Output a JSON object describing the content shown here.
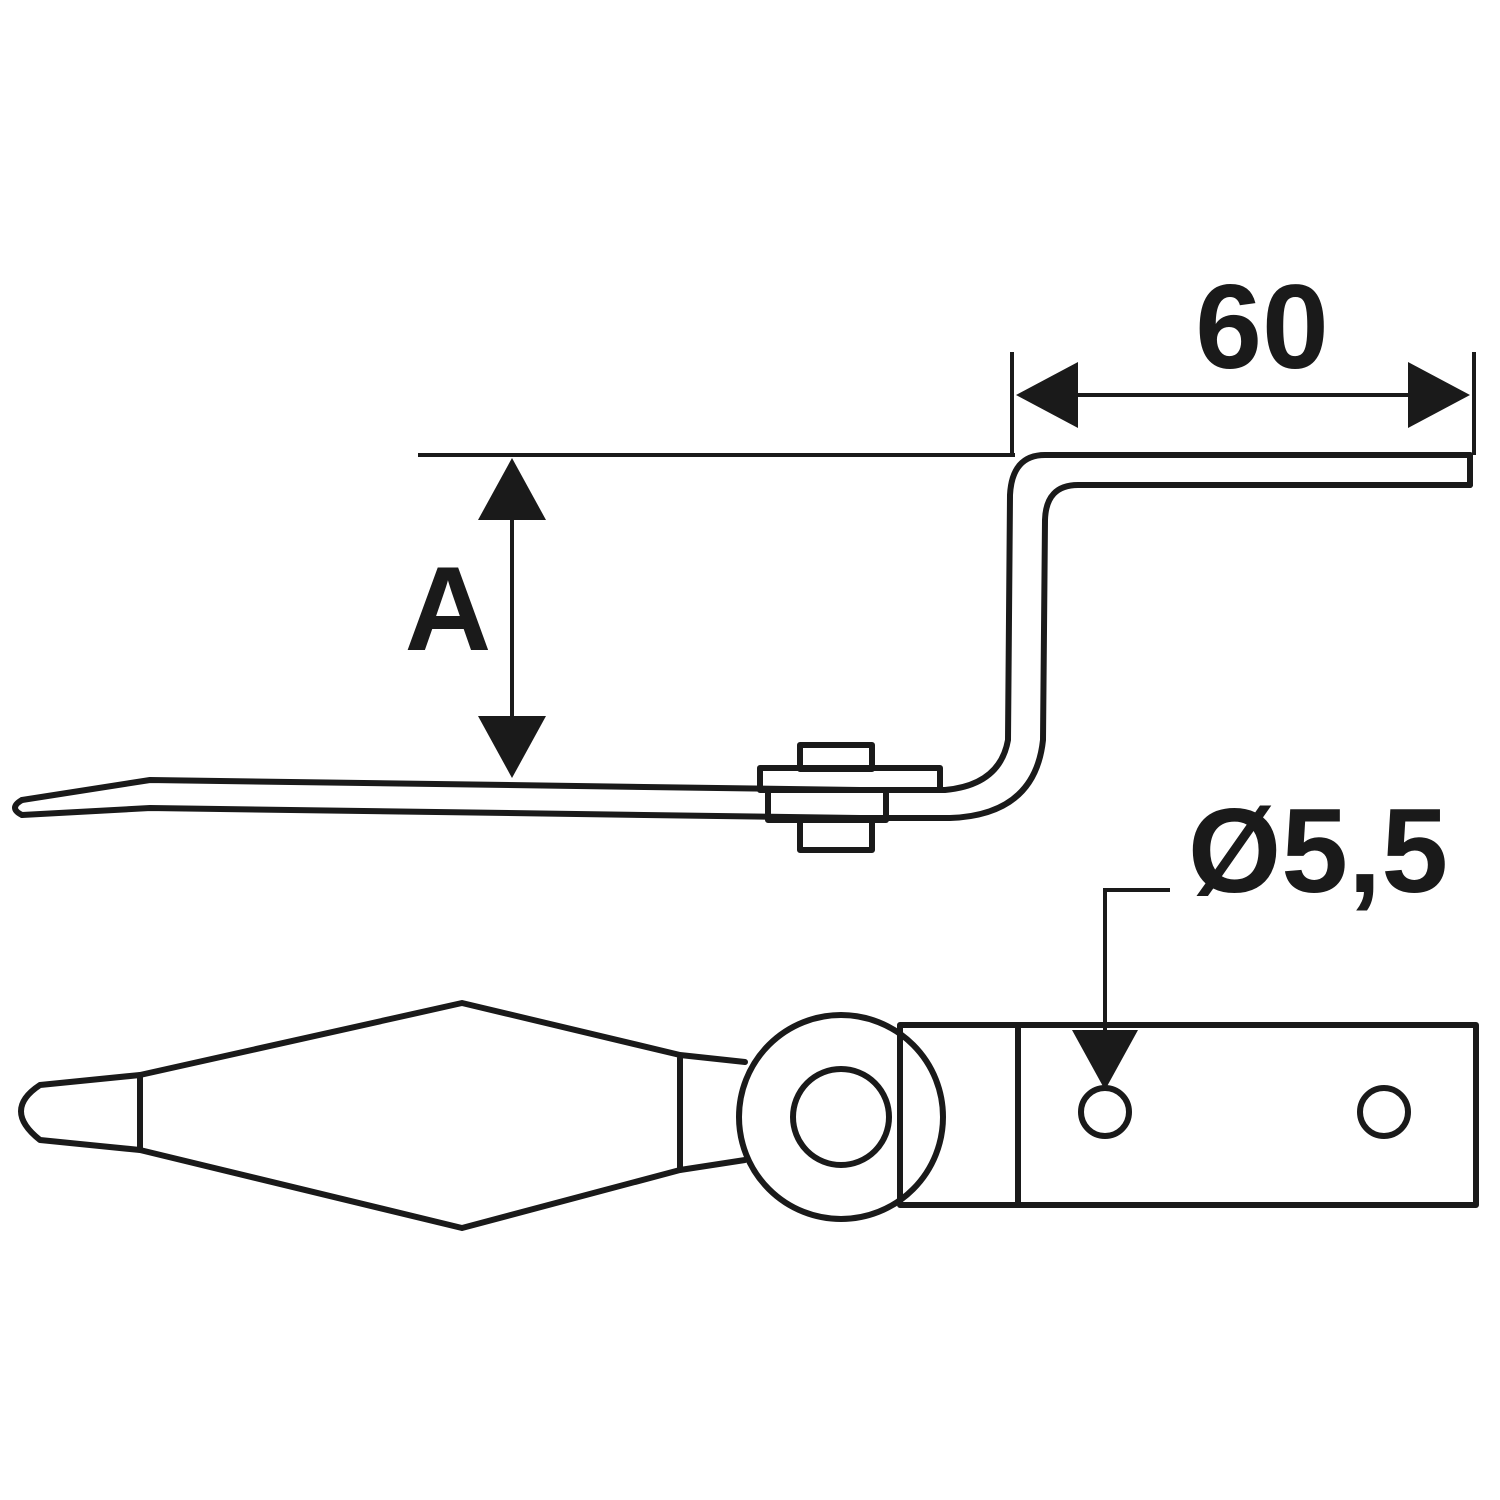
{
  "dimensions": {
    "length_label": "60",
    "height_label": "A",
    "hole_diameter_label": "Ø5,5"
  },
  "colors": {
    "line": "#1a1a1a",
    "background": "#ffffff"
  }
}
